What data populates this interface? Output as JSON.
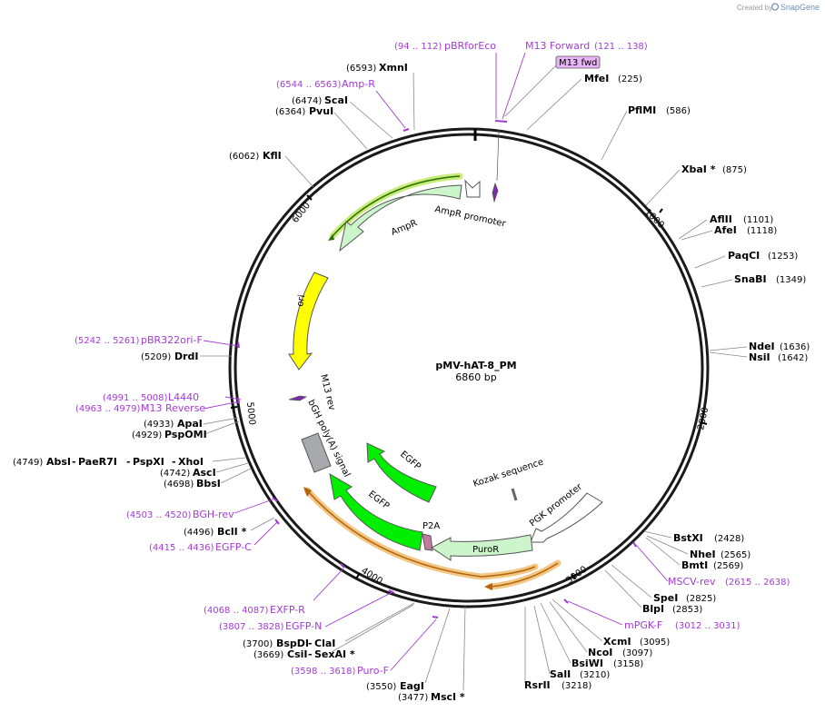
{
  "app": {
    "credit_prefix": "Created by",
    "credit_brand": "SnapGene"
  },
  "plasmid": {
    "name": "pMV-hAT-8_PM",
    "length_label": "6860 bp",
    "length": 6860
  },
  "ticks": [
    "1000",
    "2000",
    "3000",
    "4000",
    "5000",
    "6000"
  ],
  "sites": [
    {
      "name": "XmnI",
      "pos": "(6593)"
    },
    {
      "name": "ScaI",
      "pos": "(6474)"
    },
    {
      "name": "PvuI",
      "pos": "(6364)"
    },
    {
      "name": "KflI",
      "pos": "(6062)"
    },
    {
      "name": "MfeI",
      "pos": "(225)"
    },
    {
      "name": "PflMI",
      "pos": "(586)"
    },
    {
      "name": "XbaI *",
      "pos": "(875)"
    },
    {
      "name": "AflII",
      "pos": "(1101)"
    },
    {
      "name": "AfeI",
      "pos": "(1118)"
    },
    {
      "name": "PaqCI",
      "pos": "(1253)"
    },
    {
      "name": "SnaBI",
      "pos": "(1349)"
    },
    {
      "name": "NdeI",
      "pos": "(1636)"
    },
    {
      "name": "NsiI",
      "pos": "(1642)"
    },
    {
      "name": "BstXI",
      "pos": "(2428)"
    },
    {
      "name": "NheI",
      "pos": "(2565)"
    },
    {
      "name": "BmtI",
      "pos": "(2569)"
    },
    {
      "name": "SpeI",
      "pos": "(2825)"
    },
    {
      "name": "BlpI",
      "pos": "(2853)"
    },
    {
      "name": "XcmI",
      "pos": "(3095)"
    },
    {
      "name": "NcoI",
      "pos": "(3097)"
    },
    {
      "name": "BsiWI",
      "pos": "(3158)"
    },
    {
      "name": "SalI",
      "pos": "(3210)"
    },
    {
      "name": "RsrII",
      "pos": "(3218)"
    },
    {
      "name": "MscI *",
      "pos": "(3477)"
    },
    {
      "name": "EagI",
      "pos": "(3550)"
    },
    {
      "name": "BspDI",
      "pos": "(3700)"
    },
    {
      "name": "ClaI",
      "pos": ""
    },
    {
      "name": "CsiI",
      "pos": "(3669)"
    },
    {
      "name": "SexAI *",
      "pos": ""
    },
    {
      "name": "BclI *",
      "pos": "(4496)"
    },
    {
      "name": "BbsI",
      "pos": "(4698)"
    },
    {
      "name": "AscI",
      "pos": "(4742)"
    },
    {
      "name": "AbsI",
      "pos": "(4749)"
    },
    {
      "name": "PaeR7I",
      "pos": ""
    },
    {
      "name": "PspXI",
      "pos": ""
    },
    {
      "name": "XhoI",
      "pos": ""
    },
    {
      "name": "PspOMI",
      "pos": "(4929)"
    },
    {
      "name": "ApaI",
      "pos": "(4933)"
    },
    {
      "name": "DrdI",
      "pos": "(5209)"
    }
  ],
  "primers": [
    {
      "name": "pBRforEco",
      "pos": "(94 .. 112)"
    },
    {
      "name": "M13 Forward",
      "pos": "(121 .. 138)"
    },
    {
      "name": "Amp-R",
      "pos": "(6544 .. 6563)"
    },
    {
      "name": "MSCV-rev",
      "pos": "(2615 .. 2638)"
    },
    {
      "name": "mPGK-F",
      "pos": "(3012 .. 3031)"
    },
    {
      "name": "Puro-F",
      "pos": "(3598 .. 3618)"
    },
    {
      "name": "EGFP-N",
      "pos": "(3807 .. 3828)"
    },
    {
      "name": "EXFP-R",
      "pos": "(4068 .. 4087)"
    },
    {
      "name": "EGFP-C",
      "pos": "(4415 .. 4436)"
    },
    {
      "name": "BGH-rev",
      "pos": "(4503 .. 4520)"
    },
    {
      "name": "M13 Reverse",
      "pos": "(4963 .. 4979)"
    },
    {
      "name": "L4440",
      "pos": "(4991 .. 5008)"
    },
    {
      "name": "pBR322ori-F",
      "pos": "(5242 .. 5261)"
    }
  ],
  "features": {
    "m13fwd": "M13 fwd",
    "ampr_promoter": "AmpR promoter",
    "ampr": "AmpR",
    "ori": "ori",
    "m13rev": "M13 rev",
    "bgh": "bGH poly(A) signal",
    "egfp1": "EGFP",
    "egfp2": "EGFP",
    "kozak": "Kozak sequence",
    "pgk": "PGK promoter",
    "p2a": "P2A",
    "puror": "PuroR"
  },
  "colors": {
    "backbone": "#1a1a1a",
    "primer": "#a33ad6",
    "ampr_fill": "#ccf5cc",
    "ori_fill": "#ffff00",
    "egfp_fill": "#00ee00",
    "puror_fill": "#ccf5cc",
    "halo_green": "#c8eb7a",
    "halo_orange": "#f2c785",
    "orf_line_green": "#2a6e00",
    "orf_line_orange": "#b5650a",
    "bgh_fill": "#a7a9ac",
    "p2a_fill": "#c47aa0",
    "m13fwd_box": "#e8b3f7"
  }
}
